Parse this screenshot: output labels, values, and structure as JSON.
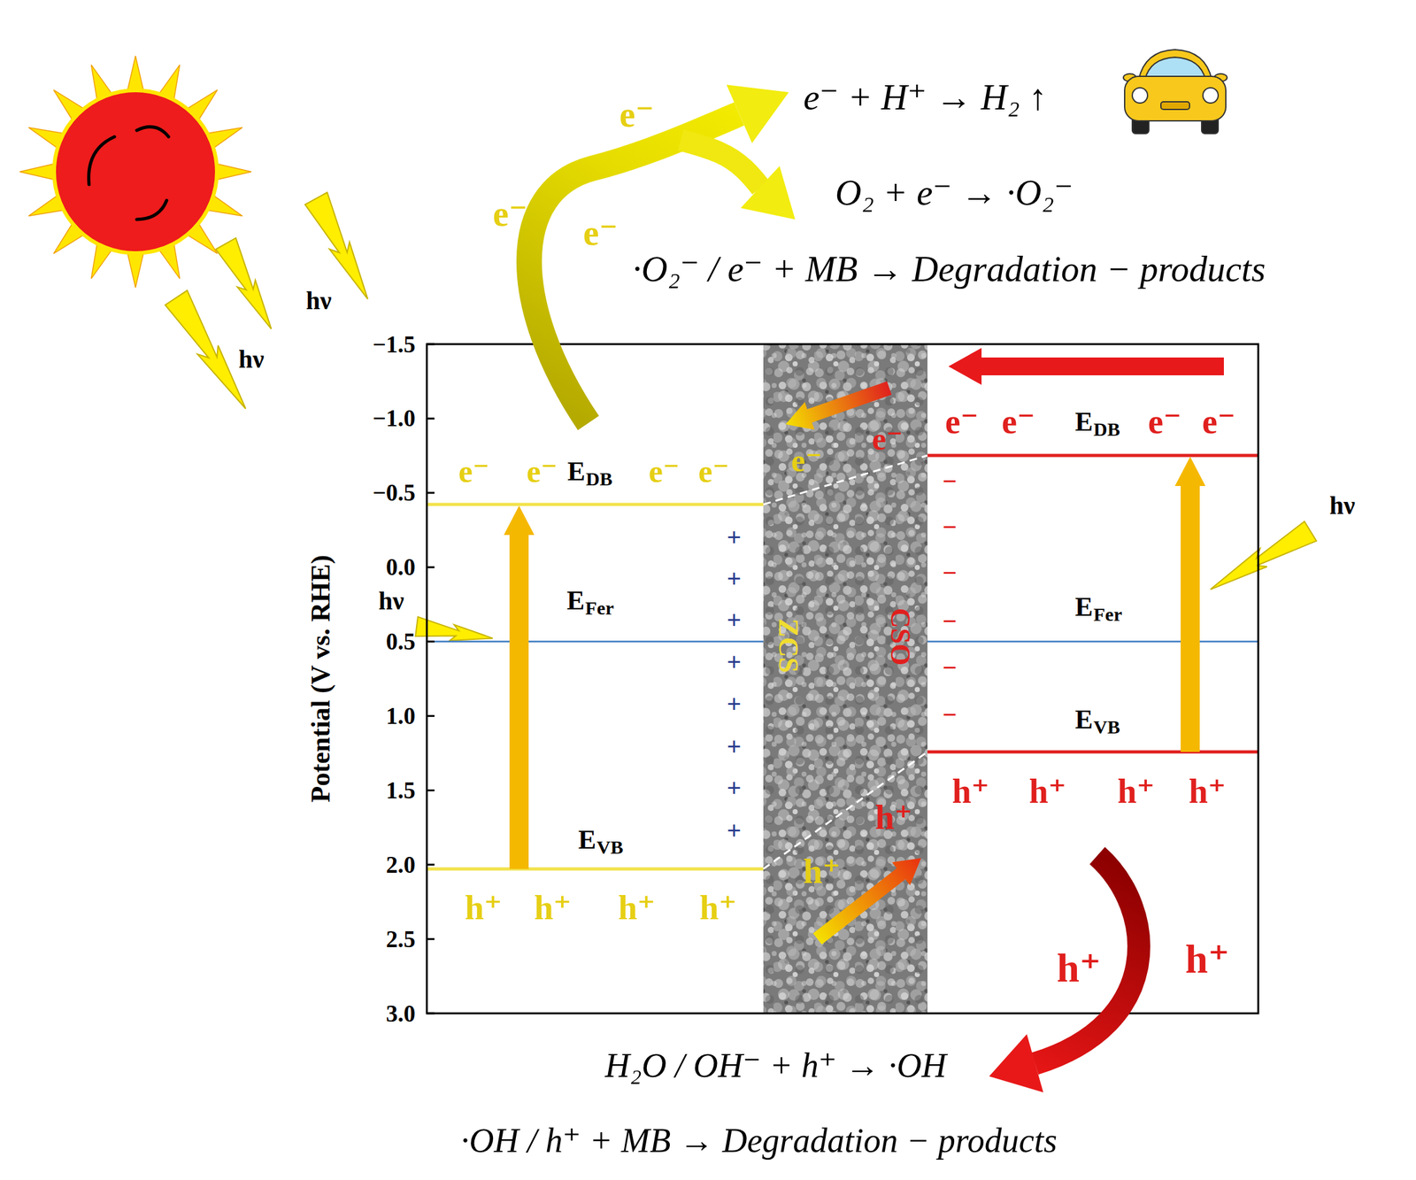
{
  "diagram": {
    "nodes": [
      {
        "text": [
          "ZCS",
          "CSO"
        ]
      }
    ],
    "labels": [
      "e⁻ + H⁺ → H₂ ↑",
      "O₂ + e⁻ → ·O₂⁻",
      "·O₂⁻ / e⁻ + MB → Degradation − products",
      "e⁻",
      "e⁻",
      "e⁻",
      "hν",
      "hν",
      "Potential (V vs. RHE)",
      "−1.5",
      "−1.0",
      "−0.5",
      "0.0",
      "0.5",
      "1.0",
      "1.5",
      "2.0",
      "2.5",
      "3.0",
      "e⁻",
      "e⁻",
      "E",
      "DB",
      "e⁻",
      "e⁻",
      "hν",
      "E",
      "Fer",
      "E",
      "VB",
      "h⁺",
      "h⁺",
      "h⁺",
      "h⁺",
      "+",
      "+",
      "+",
      "+",
      "+",
      "+",
      "+",
      "+",
      "e⁻",
      "e⁻",
      "h⁺",
      "h⁺",
      "e⁻",
      "e⁻",
      "E",
      "DB",
      "e⁻",
      "e⁻",
      "−",
      "−",
      "−",
      "−",
      "−",
      "−",
      "hν",
      "E",
      "Fer",
      "E",
      "VB",
      "h⁺",
      "h⁺",
      "h⁺",
      "h⁺",
      "h⁺",
      "h⁺",
      "H₂O / OH⁻ + h⁺ → ·OH",
      "·OH / h⁺ + MB → Degradation − products"
    ]
  }
}
